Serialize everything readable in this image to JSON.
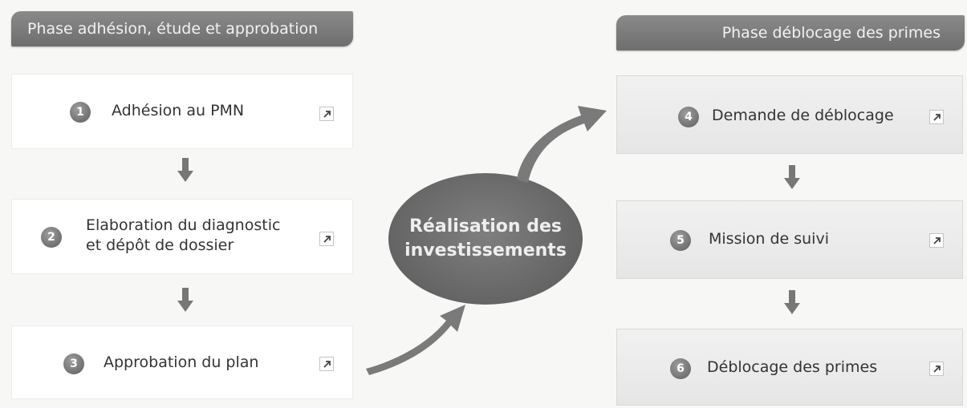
{
  "phases": {
    "left_title": "Phase adhésion, étude et approbation",
    "right_title": "Phase déblocage des primes"
  },
  "steps": [
    {
      "number": "1",
      "label": "Adhésion au PMN"
    },
    {
      "number": "2",
      "label": "Elaboration du diagnostic\net dépôt de dossier"
    },
    {
      "number": "3",
      "label": "Approbation du plan"
    },
    {
      "number": "4",
      "label": "Demande de déblocage"
    },
    {
      "number": "5",
      "label": "Mission de suivi"
    },
    {
      "number": "6",
      "label": "Déblocage des primes"
    }
  ],
  "hub": {
    "label": "Réalisation des\ninvestissements"
  },
  "icons": {
    "link": "external-link-icon",
    "arrow": "down-arrow-icon"
  },
  "colors": {
    "header": "#777777",
    "hub": "#6a6a6a",
    "number_badge": "#7a7a7a"
  }
}
